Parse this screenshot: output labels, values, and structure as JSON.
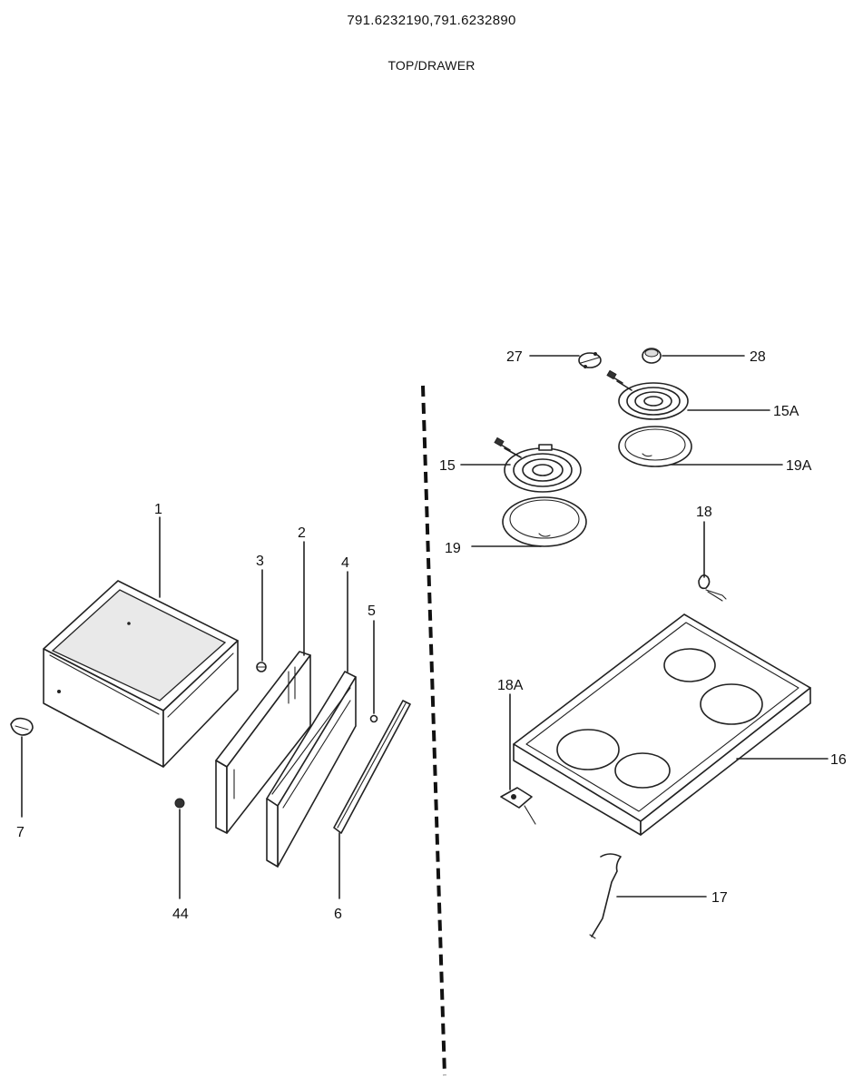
{
  "header": {
    "model_numbers": "791.6232190,791.6232890",
    "section_title": "TOP/DRAWER"
  },
  "parts": {
    "p1": "1",
    "p2": "2",
    "p3": "3",
    "p4": "4",
    "p5": "5",
    "p6": "6",
    "p7": "7",
    "p44": "44",
    "p15": "15",
    "p15a": "15A",
    "p16": "16",
    "p17": "17",
    "p18": "18",
    "p18a": "18A",
    "p19": "19",
    "p19a": "19A",
    "p27": "27",
    "p28": "28"
  }
}
